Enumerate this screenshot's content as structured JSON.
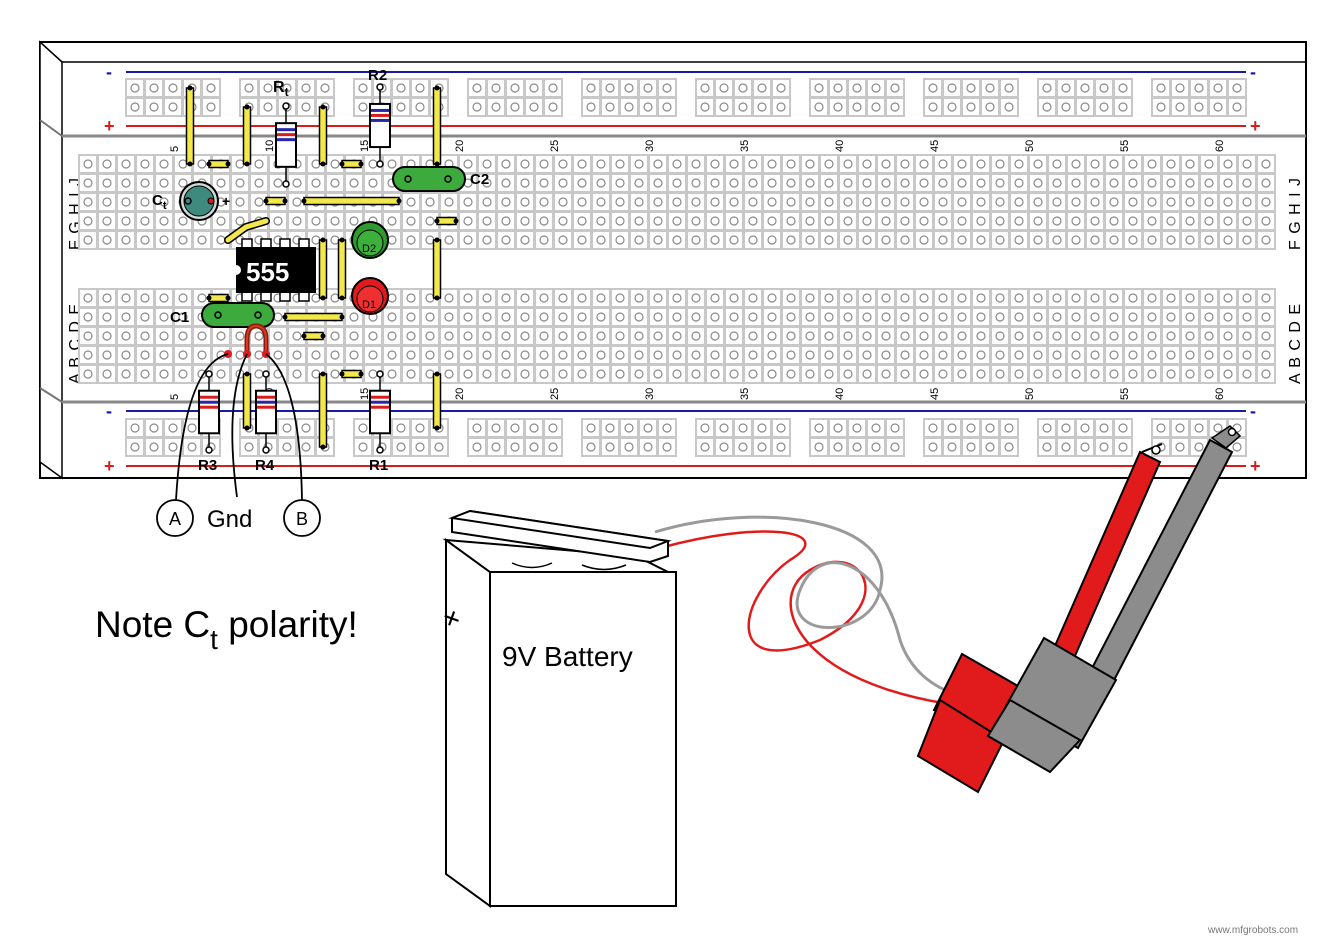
{
  "breadboard": {
    "row_letters_top": "F G H I J",
    "row_letters_bottom": "A B C D E",
    "column_numbers": [
      "5",
      "10",
      "15",
      "20",
      "25",
      "30",
      "35",
      "40",
      "45",
      "50",
      "55",
      "60"
    ],
    "rail_minus": "-",
    "rail_plus": "+",
    "colors": {
      "blue_rail": "#1a1aa8",
      "red_rail": "#d81b1b",
      "hole": "#c8c8c8",
      "wire": "#f2e84a"
    }
  },
  "components": {
    "ic_label": "555",
    "rt_label_main": "R",
    "rt_label_sub": "t",
    "r2_label": "R2",
    "r1_label": "R1",
    "r3_label": "R3",
    "r4_label": "R4",
    "c1_label": "C1",
    "c2_label": "C2",
    "ct_label_main": "C",
    "ct_label_sub": "t",
    "ct_polarity": "+",
    "d1_label": "D1",
    "d2_label": "D2",
    "colors": {
      "led_red": "#e11b1b",
      "led_green": "#2f9a2f",
      "capacitor": "#3daa3d"
    }
  },
  "test_points": {
    "a": "A",
    "gnd": "Gnd",
    "b": "B"
  },
  "note": {
    "prefix": "Note C",
    "sub": "t",
    "suffix": " polarity!"
  },
  "battery": {
    "label": "9V Battery",
    "symbol": "+"
  },
  "watermark": "www.mfgrobots.com"
}
